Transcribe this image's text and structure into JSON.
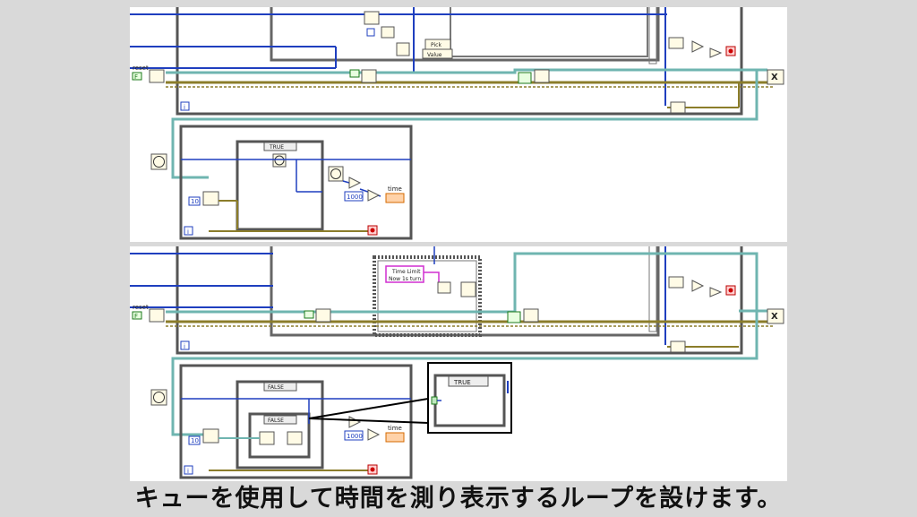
{
  "top": {
    "reset_label": "reset",
    "reset_const": "F",
    "pick_label": "Pick",
    "value_label": "Value",
    "case_true": "TRUE",
    "const_1000": "1000",
    "const_10": "10",
    "time_label": "time",
    "iter_label": "i"
  },
  "bottom": {
    "reset_label": "reset",
    "reset_const": "F",
    "message_line1": "Time Limit",
    "message_line2": "Now 1s turn.",
    "case_false_outer": "FALSE",
    "case_false_inner": "FALSE",
    "case_true_zoom": "TRUE",
    "const_1000": "1000",
    "const_10": "10",
    "time_label": "time",
    "iter_label": "i"
  },
  "caption": "キューを使用して時間を測り表示するループを設けます。"
}
